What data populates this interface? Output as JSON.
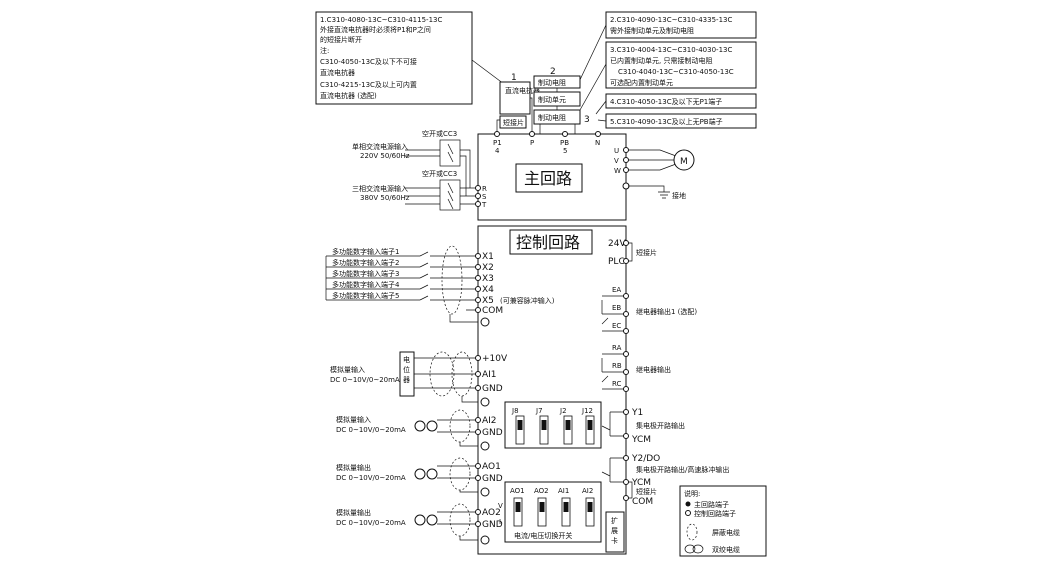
{
  "notes": {
    "n1": [
      "1.C310-4080-13C~C310-4115-13C",
      "外接直流电抗器时必须将P1和P之间",
      "的短接片断开",
      "注:",
      "C310-4050-13C及以下不可接",
      "直流电抗器",
      "C310-4215-13C及以上可内置",
      "直流电抗器 (选配)"
    ],
    "n2": [
      "2.C310-4090-13C~C310-4335-13C",
      "需外接制动单元及制动电阻"
    ],
    "n3": [
      "3.C310-4004-13C~C310-4030-13C",
      "已内置制动单元, 只需接制动电阻",
      "C310-4040-13C~C310-4050-13C",
      "可选配内置制动单元"
    ],
    "n4": "4.C310-4050-13C及以下无P1端子",
    "n5": "5.C310-4090-13C及以上无PB端子"
  },
  "top_devices": {
    "num1": "1",
    "num2": "2",
    "num3": "3",
    "dc_reactor": "直流电抗器",
    "shorting_bar": "短接片",
    "brake_resistor_top": "制动电阻",
    "brake_unit": "制动单元",
    "brake_resistor_bottom": "制动电阻"
  },
  "main_terminals": {
    "p1": "P1",
    "p": "P",
    "pb": "PB",
    "n": "N",
    "p1_note": "4",
    "pb_note": "5"
  },
  "power": {
    "breaker1": "空开或CC3",
    "single_phase": "单相交流电源输入",
    "single_phase_spec": "220V 50/60Hz",
    "breaker2": "空开或CC3",
    "three_phase": "三相交流电源输入",
    "three_phase_spec": "380V 50/60Hz",
    "r": "R",
    "s": "S",
    "t": "T"
  },
  "main_circuit": "主回路",
  "motor": {
    "u": "U",
    "v": "V",
    "w": "W",
    "m": "M",
    "ground": "接地"
  },
  "control_circuit": "控制回路",
  "digital_inputs": {
    "labels": [
      "多功能数字输入端子1",
      "多功能数字输入端子2",
      "多功能数字输入端子3",
      "多功能数字输入端子4",
      "多功能数字输入端子5"
    ],
    "terminals": [
      "X1",
      "X2",
      "X3",
      "X4",
      "X5"
    ],
    "x5_note": "(可兼容脉冲输入)",
    "com": "COM"
  },
  "analog_in": {
    "pot_label": [
      "电",
      "位",
      "器"
    ],
    "ai1_label": "模拟量输入",
    "ai1_spec": "DC 0~10V/0~20mA",
    "ai1_terms": [
      "+10V",
      "AI1",
      "GND"
    ],
    "ai2_label": "模拟量输入",
    "ai2_spec": "DC 0~10V/0~20mA",
    "ai2_terms": [
      "AI2",
      "GND"
    ]
  },
  "analog_out": {
    "ao1_label": "模拟量输出",
    "ao1_spec": "DC 0~10V/0~20mA",
    "ao1_terms": [
      "AO1",
      "GND"
    ],
    "ao2_label": "模拟量输出",
    "ao2_spec": "DC 0~10V/0~20mA",
    "ao2_terms": [
      "AO2",
      "GND"
    ]
  },
  "right_side": {
    "v24": "24V",
    "plc": "PLC",
    "shorting_bar": "短接片",
    "ea": "EA",
    "eb": "EB",
    "ec": "EC",
    "relay1": "继电器输出1 (选配)",
    "ra": "RA",
    "rb": "RB",
    "rc": "RC",
    "relay2": "继电器输出",
    "y1": "Y1",
    "ycm1": "YCM",
    "oc_out": "集电极开路输出",
    "y2": "Y2/DO",
    "oc_fast": "集电极开路输出/高速脉冲输出",
    "ycm2": "YCM",
    "shorting_bar2": "短接片",
    "com": "COM"
  },
  "jumpers_top": {
    "labels": [
      "J8",
      "J7",
      "J2",
      "J12"
    ]
  },
  "jumpers_bottom": {
    "labels": [
      "AO1",
      "AO2",
      "AI1",
      "AI2"
    ],
    "v": "V",
    "i": "I",
    "caption": "电流/电压切换开关"
  },
  "expansion_card": [
    "扩",
    "展",
    "卡"
  ],
  "legend": {
    "title": "说明:",
    "main_terminal": "主回路端子",
    "control_terminal": "控制回路端子",
    "shielded": "屏蔽电缆",
    "twisted": "双绞电缆"
  }
}
